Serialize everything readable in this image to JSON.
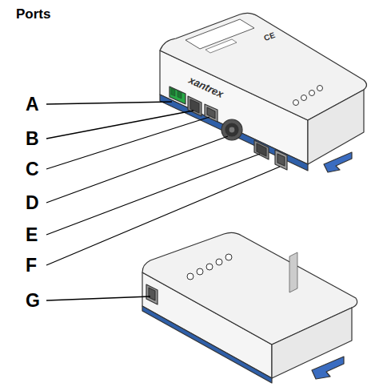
{
  "diagram": {
    "title": "Ports",
    "labels": [
      "A",
      "B",
      "C",
      "D",
      "E",
      "F",
      "G",
      "xantrex",
      "CE"
    ]
  }
}
